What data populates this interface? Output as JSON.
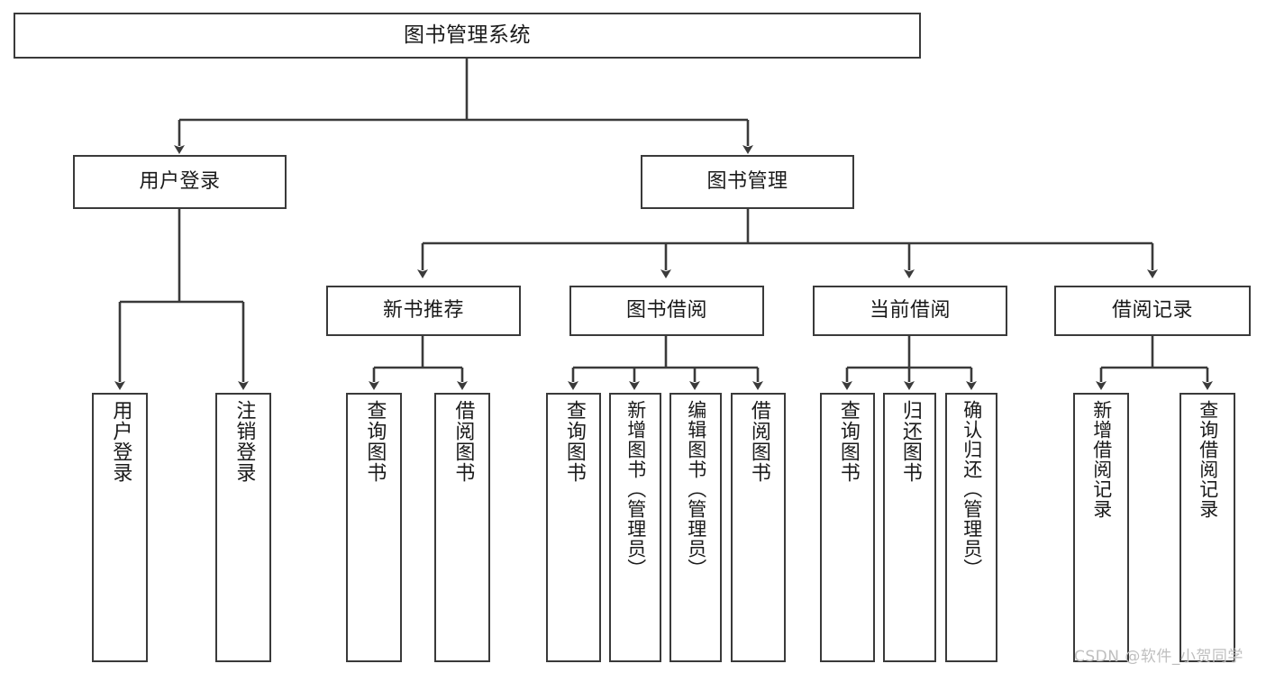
{
  "diagram": {
    "type": "tree-hierarchy-chart",
    "title": "图书管理系统",
    "line_color": "#3a3a3a",
    "box_fill": "#ffffff",
    "text_color": "#1a1a1a",
    "watermark": "CSDN @软件_小贺同学",
    "watermark_color": "#bfbfbf"
  },
  "nodes": {
    "root": {
      "label": "图书管理系统"
    },
    "level2": [
      {
        "label": "用户登录"
      },
      {
        "label": "图书管理"
      }
    ],
    "level3": [
      {
        "label": "新书推荐"
      },
      {
        "label": "图书借阅"
      },
      {
        "label": "当前借阅"
      },
      {
        "label": "借阅记录"
      }
    ],
    "leaves": {
      "user_login": [
        {
          "label": "用户登录"
        },
        {
          "label": "注销登录"
        }
      ],
      "new_book_recommend": [
        {
          "label": "查询图书"
        },
        {
          "label": "借阅图书"
        }
      ],
      "book_borrow": [
        {
          "label": "查询图书"
        },
        {
          "label": "新增图书（管理员）"
        },
        {
          "label": "编辑图书（管理员）"
        },
        {
          "label": "借阅图书"
        }
      ],
      "current_borrow": [
        {
          "label": "查询图书"
        },
        {
          "label": "归还图书"
        },
        {
          "label": "确认归还（管理员）"
        }
      ],
      "borrow_record": [
        {
          "label": "新增借阅记录"
        },
        {
          "label": "查询借阅记录"
        }
      ]
    }
  }
}
